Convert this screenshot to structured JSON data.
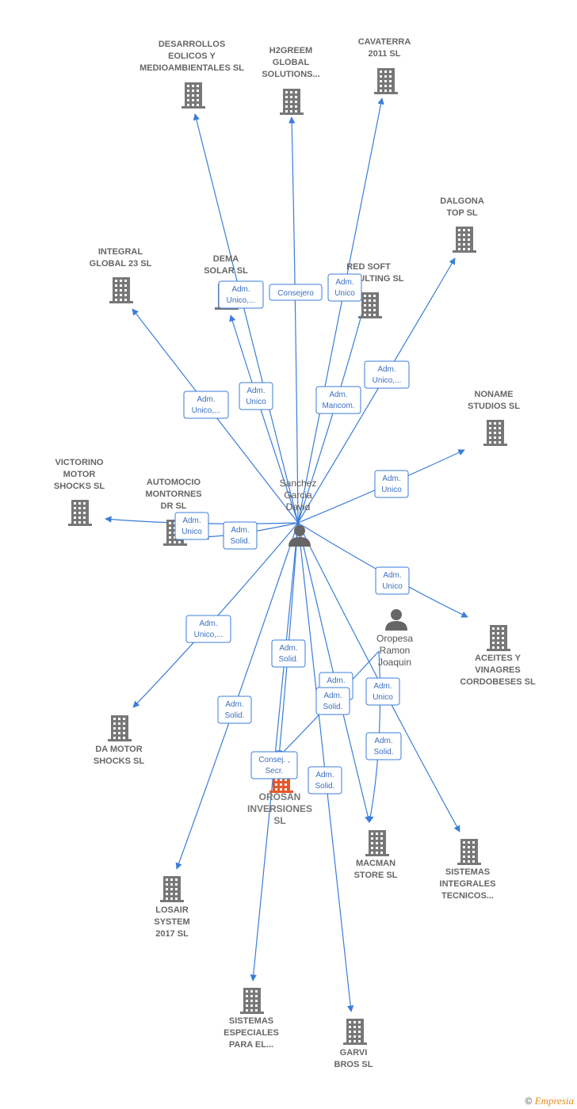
{
  "colors": {
    "edge": "#3b7dd8",
    "building": "#777777",
    "building_focus": "#e8572a",
    "person": "#666666",
    "label": "#666666"
  },
  "person_center": {
    "name_lines": [
      "Sanchez",
      "Garcia",
      "David"
    ],
    "icon": "person-icon"
  },
  "person_secondary": {
    "name_lines": [
      "Oropesa",
      "Ramon",
      "Joaquin"
    ],
    "icon": "person-icon"
  },
  "companies": [
    {
      "id": "desarrollos",
      "lines": [
        "DESARROLLOS",
        "EOLICOS Y",
        "MEDIOAMBIENTALES SL"
      ],
      "icon": "building-icon"
    },
    {
      "id": "h2greem",
      "lines": [
        "H2GREEM",
        "GLOBAL",
        "SOLUTIONS..."
      ],
      "icon": "building-icon"
    },
    {
      "id": "cavaterra",
      "lines": [
        "CAVATERRA",
        "2011 SL"
      ],
      "icon": "building-icon"
    },
    {
      "id": "dalgona",
      "lines": [
        "DALGONA",
        "TOP  SL"
      ],
      "icon": "building-icon"
    },
    {
      "id": "integral",
      "lines": [
        "INTEGRAL",
        "GLOBAL 23  SL"
      ],
      "icon": "building-icon"
    },
    {
      "id": "dema",
      "lines": [
        "DEMA",
        "SOLAR  SL"
      ],
      "icon": "building-icon"
    },
    {
      "id": "redsoft",
      "lines": [
        "RED SOFT",
        "CONSULTING SL"
      ],
      "icon": "building-icon"
    },
    {
      "id": "noname",
      "lines": [
        "NONAME",
        "STUDIOS  SL"
      ],
      "icon": "building-icon"
    },
    {
      "id": "victorino",
      "lines": [
        "VICTORINO",
        "MOTOR",
        "SHOCKS SL"
      ],
      "icon": "building-icon"
    },
    {
      "id": "automocio",
      "lines": [
        "AUTOMOCIO",
        "MONTORNES",
        "DR  SL"
      ],
      "icon": "building-icon"
    },
    {
      "id": "aceites",
      "lines": [
        "ACEITES Y",
        "VINAGRES",
        "CORDOBESES SL"
      ],
      "icon": "building-icon"
    },
    {
      "id": "damotor",
      "lines": [
        "DA MOTOR",
        "SHOCKS  SL"
      ],
      "icon": "building-icon"
    },
    {
      "id": "orosan",
      "lines": [
        "OROSAN",
        "INVERSIONES",
        "SL"
      ],
      "icon": "building-icon",
      "focus": true
    },
    {
      "id": "macman",
      "lines": [
        "MACMAN",
        "STORE  SL"
      ],
      "icon": "building-icon"
    },
    {
      "id": "sistemasint",
      "lines": [
        "SISTEMAS",
        "INTEGRALES",
        "TECNICOS..."
      ],
      "icon": "building-icon"
    },
    {
      "id": "losair",
      "lines": [
        "LOSAIR",
        "SYSTEM",
        "2017  SL"
      ],
      "icon": "building-icon"
    },
    {
      "id": "sistemasesp",
      "lines": [
        "SISTEMAS",
        "ESPECIALES",
        "PARA EL..."
      ],
      "icon": "building-icon"
    },
    {
      "id": "garvi",
      "lines": [
        "GARVI",
        "BROS  SL"
      ],
      "icon": "building-icon"
    }
  ],
  "relations": [
    {
      "target": "desarrollos",
      "lines": [
        "Adm.",
        "Unico,..."
      ]
    },
    {
      "target": "h2greem",
      "lines": [
        "Consejero"
      ]
    },
    {
      "target": "cavaterra",
      "lines": [
        "Adm.",
        "Unico"
      ]
    },
    {
      "target": "dalgona",
      "lines": [
        "Adm.",
        "Unico,..."
      ]
    },
    {
      "target": "integral",
      "lines": [
        "Adm.",
        "Unico,..."
      ]
    },
    {
      "target": "dema",
      "lines": [
        "Adm.",
        "Unico"
      ]
    },
    {
      "target": "redsoft",
      "lines": [
        "Adm.",
        "Mancom."
      ]
    },
    {
      "target": "noname",
      "lines": [
        "Adm.",
        "Unico"
      ]
    },
    {
      "target": "victorino",
      "lines": [
        "Adm.",
        "Unico"
      ]
    },
    {
      "target": "automocio",
      "lines": [
        "Adm.",
        "Solid."
      ]
    },
    {
      "target": "aceites",
      "lines": [
        "Adm.",
        "Unico"
      ]
    },
    {
      "target": "damotor",
      "lines": [
        "Adm.",
        "Unico,..."
      ]
    },
    {
      "target": "orosan",
      "lines": [
        "Adm.",
        "Solid."
      ]
    },
    {
      "target": "macman",
      "lines": [
        "Adm.",
        "Solid."
      ]
    },
    {
      "target": "sistemasint",
      "lines": [
        "Adm.",
        "Unico"
      ]
    },
    {
      "target": "losair",
      "lines": [
        "Adm.",
        "Solid."
      ]
    },
    {
      "target": "sistemasesp",
      "lines": [
        "Consej. ,",
        "Secr."
      ]
    },
    {
      "target": "garvi",
      "lines": [
        "Adm.",
        "Solid."
      ]
    },
    {
      "source": "secondary",
      "target": "orosan",
      "lines": [
        "Adm.",
        "Solid."
      ]
    },
    {
      "source": "secondary",
      "target": "macman",
      "lines": [
        "Adm.",
        "Solid."
      ]
    }
  ],
  "footer": {
    "copyright": "©",
    "brand": "Empresia"
  }
}
